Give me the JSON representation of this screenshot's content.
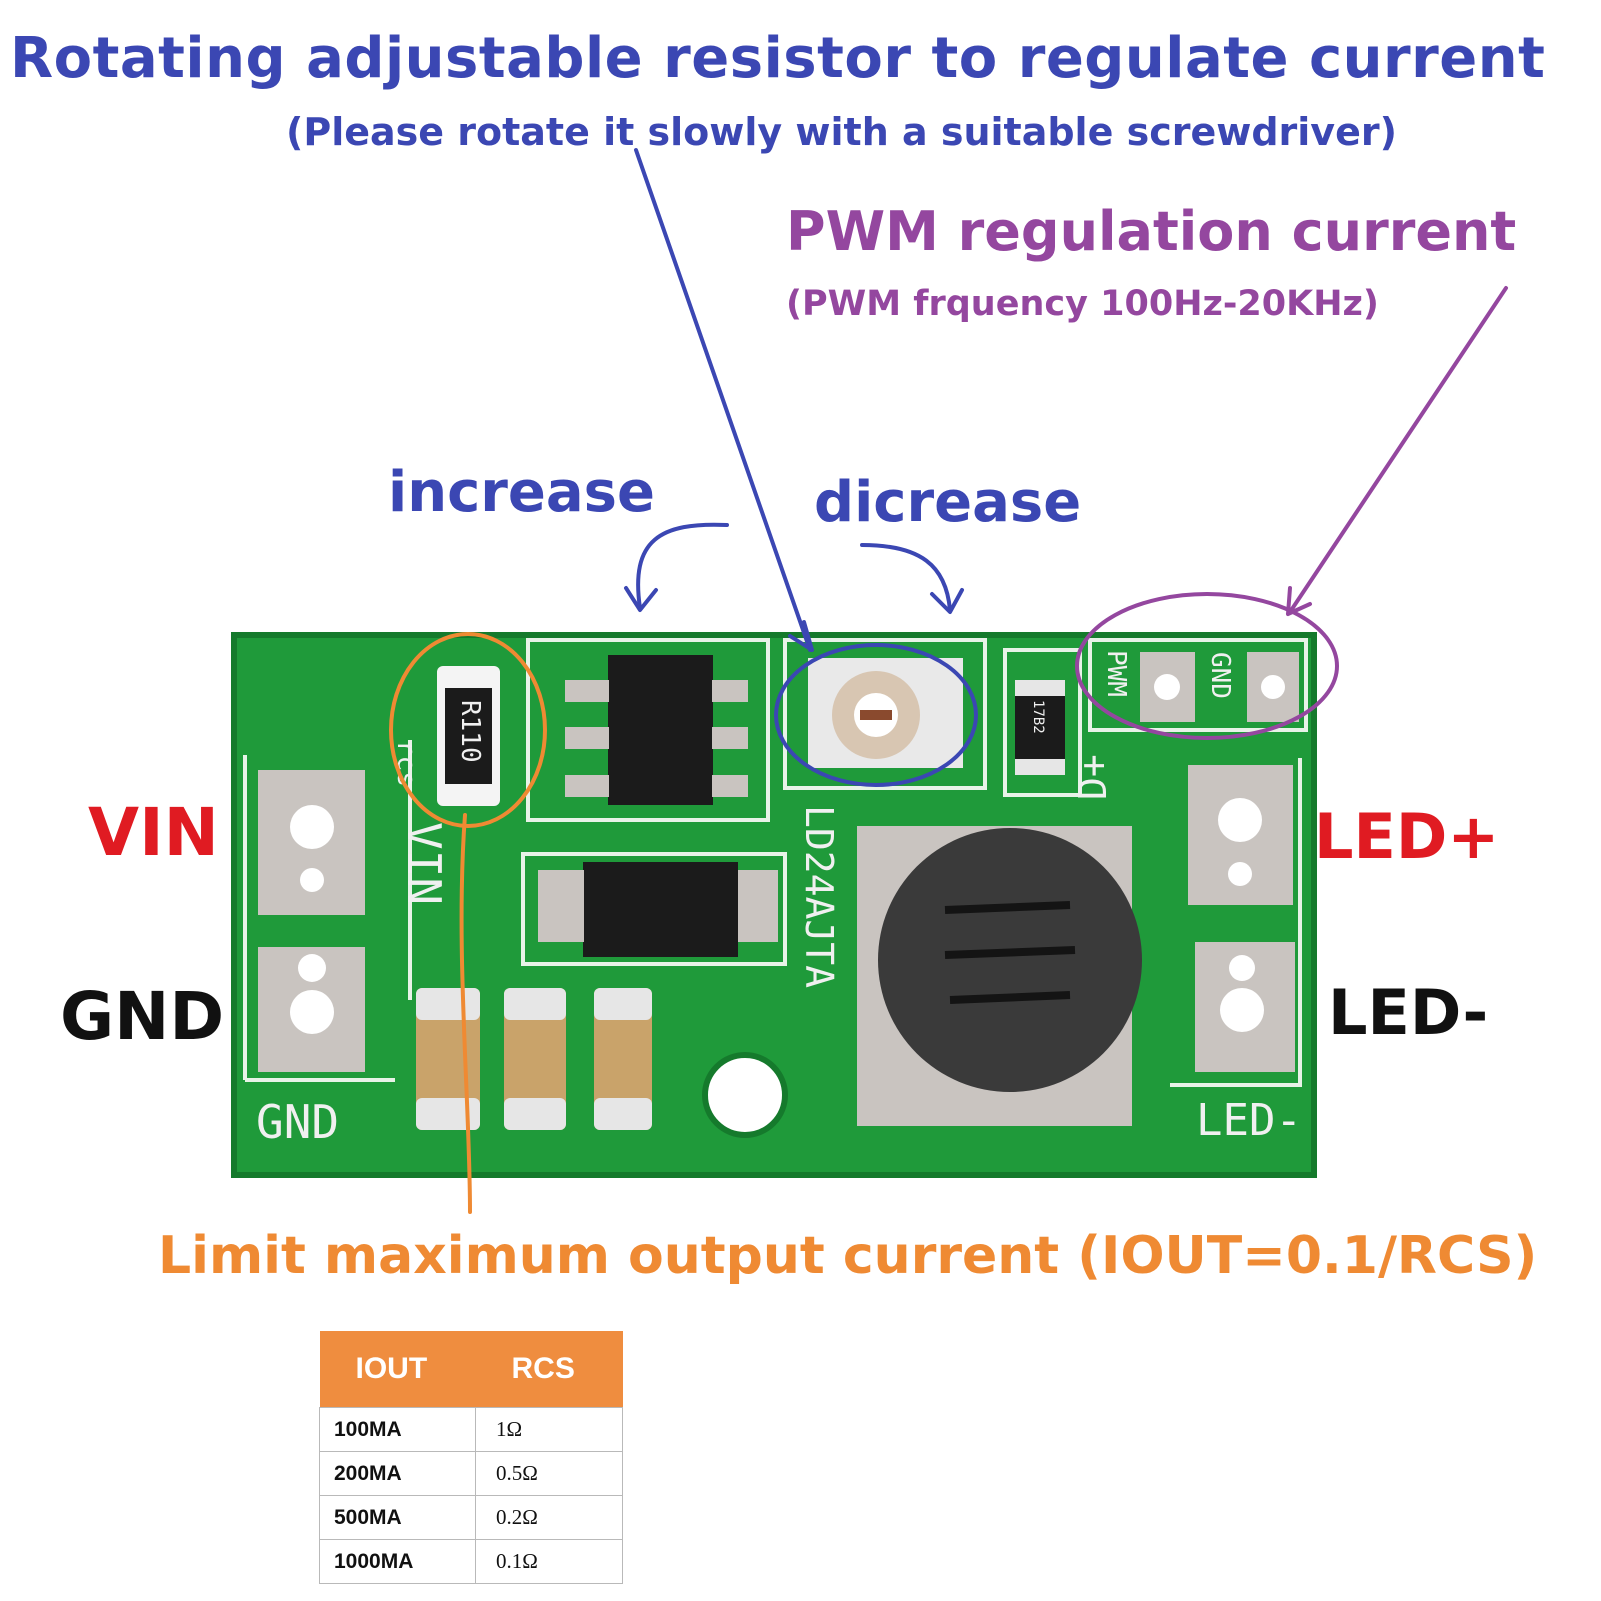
{
  "annotations": {
    "title": "Rotating adjustable resistor to regulate current",
    "subtitle": "(Please rotate it slowly with a suitable screwdriver)",
    "pwm_title": "PWM regulation current",
    "pwm_subtitle": "(PWM frquency 100Hz-20KHz)",
    "increase": "increase",
    "decrease": "dicrease",
    "limit": "Limit maximum output current (IOUT=0.1/RCS)"
  },
  "pins": {
    "vin": "VIN",
    "gnd": "GND",
    "led_plus": "LED+",
    "led_minus": "LED-"
  },
  "board_silkscreen": {
    "gnd": "GND",
    "vin": "VIN",
    "led_minus": "LED-",
    "d_plus": "D+",
    "pwm": "PWM",
    "pwm_gnd": "GND",
    "rcs": "rcs",
    "resistor": "R110",
    "chip": "LD24AJTA",
    "small_resistor": "17B2"
  },
  "table": {
    "headers": [
      "IOUT",
      "RCS"
    ],
    "rows": [
      [
        "100MA",
        "1Ω"
      ],
      [
        "200MA",
        "0.5Ω"
      ],
      [
        "500MA",
        "0.2Ω"
      ],
      [
        "1000MA",
        "0.1Ω"
      ]
    ]
  },
  "colors": {
    "blue_annotation": "#3b47b3",
    "purple_annotation": "#94479f",
    "orange_annotation": "#ef8a33",
    "pcb_green": "#1f9a3a",
    "vin_red": "#e01b22"
  }
}
